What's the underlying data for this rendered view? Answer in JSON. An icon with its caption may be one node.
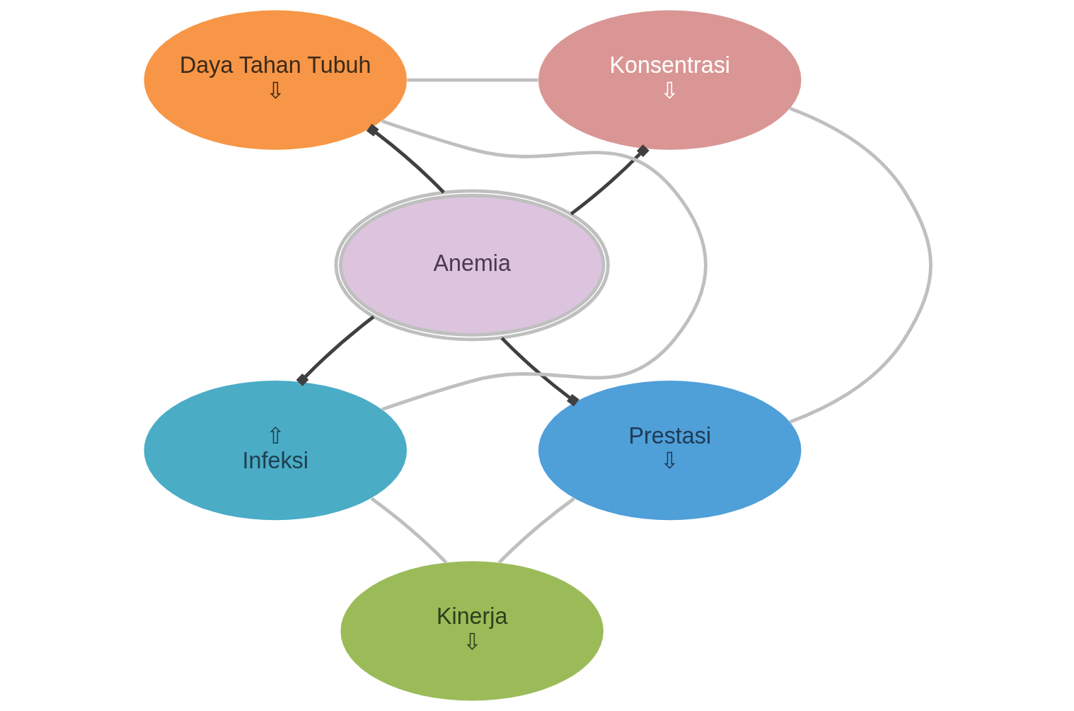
{
  "diagram": {
    "nodes": [
      {
        "text": [
          "Daya Tahan Tubuh",
          "⇩"
        ]
      },
      {
        "text": [
          "Konsentrasi",
          "⇩"
        ]
      },
      {
        "text": [
          "Anemia"
        ]
      },
      {
        "text": [
          "⇧",
          "Infeksi"
        ]
      },
      {
        "text": [
          "Prestasi",
          "⇩"
        ]
      },
      {
        "text": [
          "Kinerja",
          "⇩"
        ]
      }
    ],
    "edges": [
      {
        "from": 2,
        "to": 0,
        "arrow": "other",
        "color": "#404040"
      },
      {
        "from": 2,
        "to": 1,
        "arrow": "other",
        "color": "#404040"
      },
      {
        "from": 2,
        "to": 3,
        "arrow": "other",
        "color": "#404040"
      },
      {
        "from": 2,
        "to": 4,
        "arrow": "other",
        "color": "#404040"
      },
      {
        "from": 0,
        "to": 1,
        "arrow": "none"
      },
      {
        "from": 1,
        "to": 4,
        "arrow": "none"
      },
      {
        "from": 4,
        "to": 5,
        "arrow": "none"
      },
      {
        "from": 5,
        "to": 3,
        "arrow": "none"
      },
      {
        "from": 3,
        "to": 0,
        "arrow": "none"
      }
    ]
  }
}
